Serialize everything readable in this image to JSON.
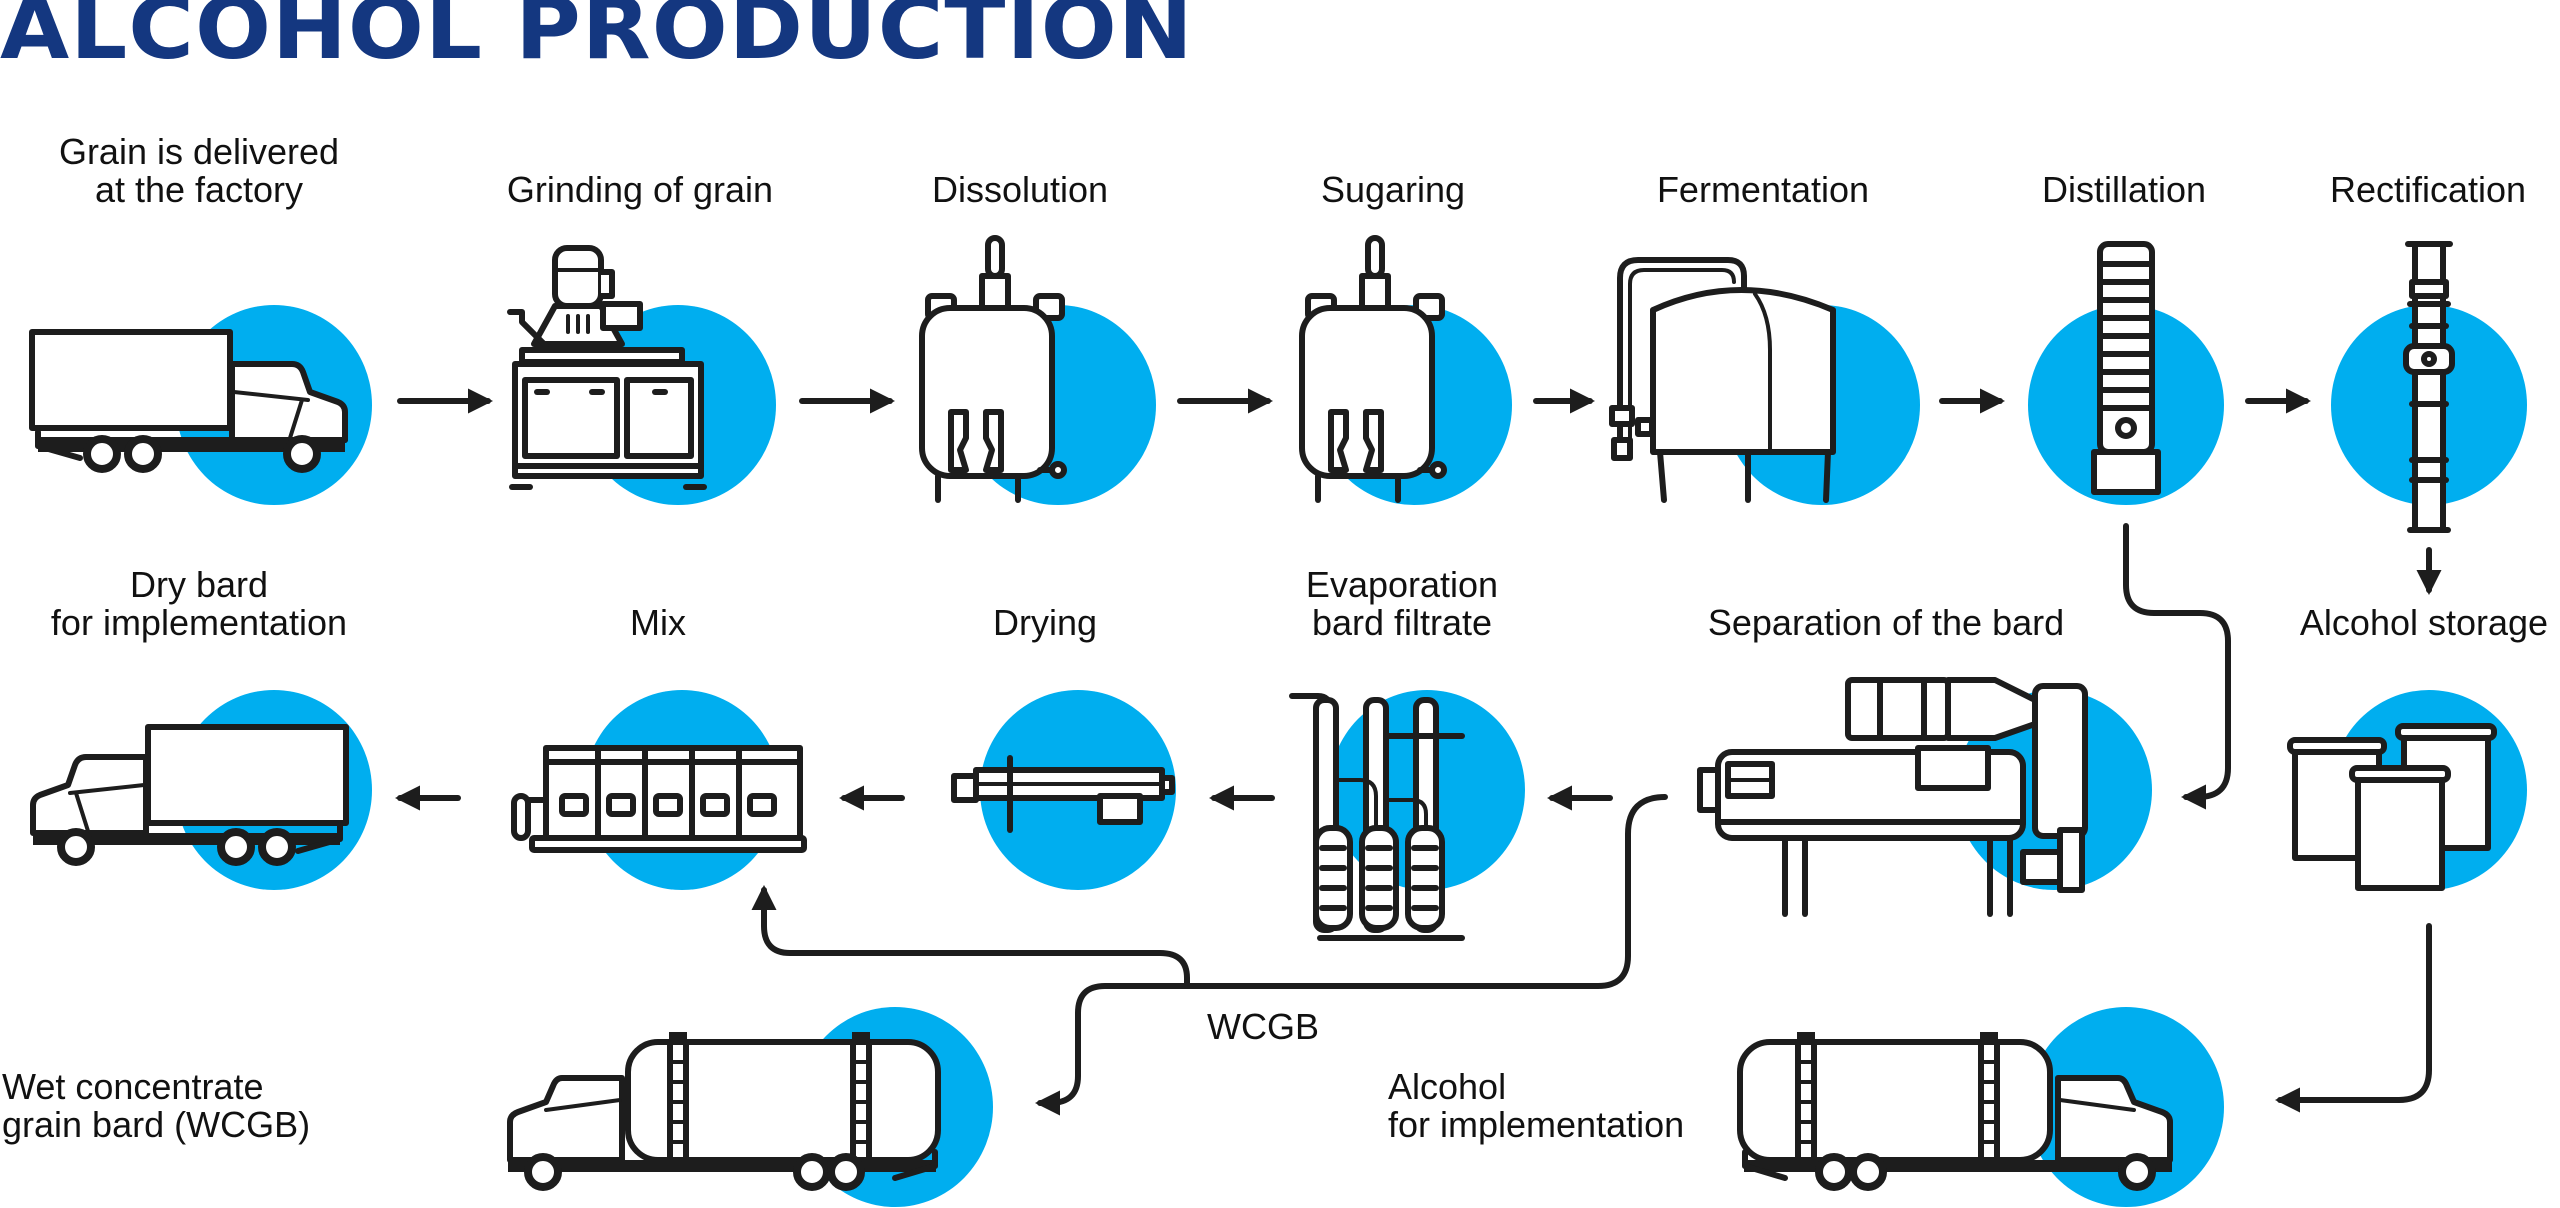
{
  "title": "ALCOHOL PRODUCTION",
  "colors": {
    "title": "#143780",
    "accent_circle": "#00AEEF",
    "stroke": "#1D1D1D",
    "background": "#FFFFFF"
  },
  "steps": {
    "grain_delivery": {
      "lines": [
        "Grain is delivered",
        "at the factory"
      ],
      "icon": "box-truck-icon"
    },
    "grinding": {
      "lines": [
        "Grinding of grain"
      ],
      "icon": "grinder-machine-icon"
    },
    "dissolution": {
      "lines": [
        "Dissolution"
      ],
      "icon": "mixing-tank-icon"
    },
    "sugaring": {
      "lines": [
        "Sugaring"
      ],
      "icon": "mixing-tank-icon"
    },
    "fermentation": {
      "lines": [
        "Fermentation"
      ],
      "icon": "fermentation-tank-icon"
    },
    "distillation": {
      "lines": [
        "Distillation"
      ],
      "icon": "distillation-column-icon"
    },
    "rectification": {
      "lines": [
        "Rectification"
      ],
      "icon": "rectification-column-icon"
    },
    "alcohol_storage": {
      "lines": [
        "Alcohol storage"
      ],
      "icon": "storage-tanks-icon"
    },
    "separation": {
      "lines": [
        "Separation of the bard"
      ],
      "icon": "decanter-centrifuge-icon"
    },
    "evaporation": {
      "lines": [
        "Evaporation",
        "bard filtrate"
      ],
      "icon": "evaporator-icon"
    },
    "drying": {
      "lines": [
        "Drying"
      ],
      "icon": "dryer-icon"
    },
    "mix": {
      "lines": [
        "Mix"
      ],
      "icon": "mixer-icon"
    },
    "dry_bard": {
      "lines": [
        "Dry bard",
        "for implementation"
      ],
      "icon": "box-truck-icon"
    },
    "wcgb": {
      "lines": [
        "Wet concentrate",
        "grain bard (WCGB)"
      ],
      "icon": "tanker-truck-icon"
    },
    "alcohol_out": {
      "lines": [
        "Alcohol",
        "for implementation"
      ],
      "icon": "tanker-truck-icon"
    }
  },
  "connector_labels": {
    "wcgb_branch": "WCGB"
  },
  "flow": [
    [
      "grain_delivery",
      "grinding"
    ],
    [
      "grinding",
      "dissolution"
    ],
    [
      "dissolution",
      "sugaring"
    ],
    [
      "sugaring",
      "fermentation"
    ],
    [
      "fermentation",
      "distillation"
    ],
    [
      "distillation",
      "rectification"
    ],
    [
      "rectification",
      "alcohol_storage"
    ],
    [
      "alcohol_storage",
      "alcohol_out"
    ],
    [
      "distillation",
      "separation"
    ],
    [
      "separation",
      "evaporation"
    ],
    [
      "evaporation",
      "drying"
    ],
    [
      "drying",
      "mix"
    ],
    [
      "mix",
      "dry_bard"
    ],
    [
      "separation",
      "mix"
    ],
    [
      "separation",
      "wcgb"
    ]
  ]
}
